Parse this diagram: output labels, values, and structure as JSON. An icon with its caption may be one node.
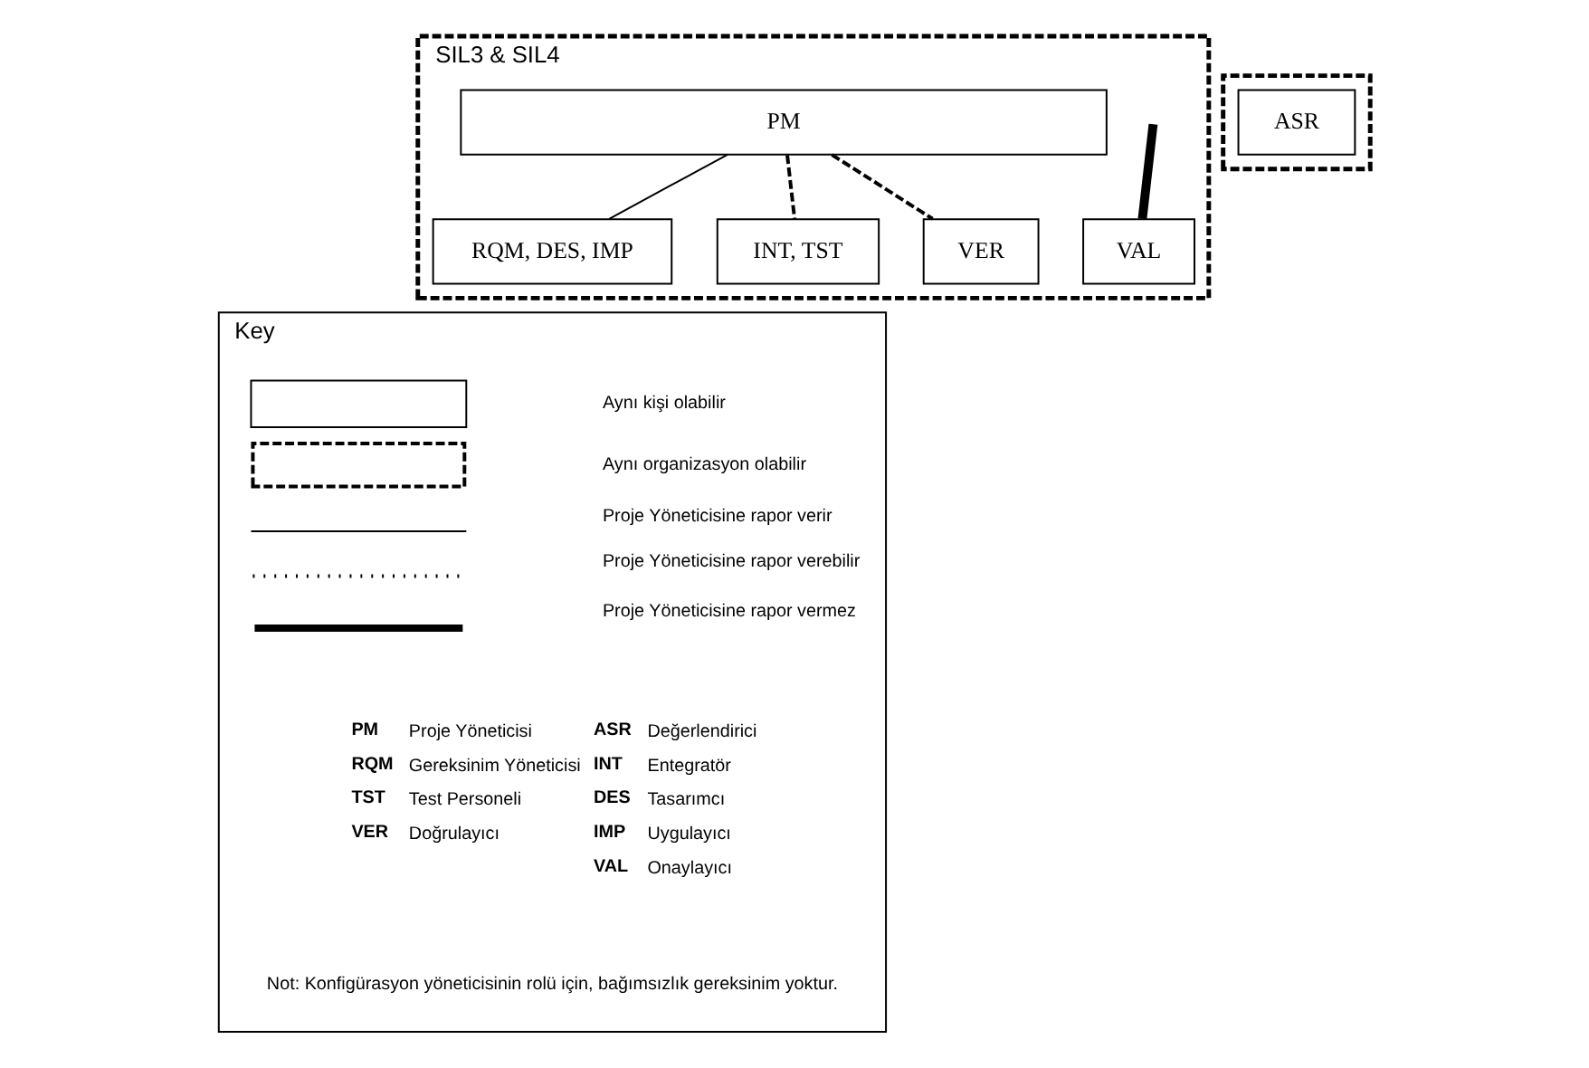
{
  "diagram": {
    "nodes": [
      {
        "text": [
          "SIL3 & SIL4"
        ]
      },
      {
        "text": [
          "PM"
        ],
        "in": 0
      },
      {
        "text": [
          "RQM, DES, IMP"
        ],
        "in": 0
      },
      {
        "text": [
          "INT, TST"
        ],
        "in": 0
      },
      {
        "text": [
          "VER"
        ],
        "in": 0
      },
      {
        "text": [
          "VAL"
        ],
        "in": 0
      },
      {
        "text": [],
        "shape": "box"
      },
      {
        "text": [
          "ASR"
        ],
        "in": 6
      },
      {
        "text": [
          "Key"
        ]
      }
    ],
    "edges": [
      {
        "from": 1,
        "to": 2,
        "arrow": "none"
      },
      {
        "from": 1,
        "to": 3,
        "arrow": "none",
        "style": "dashed"
      },
      {
        "from": 1,
        "to": 4,
        "arrow": "none",
        "style": "dashed"
      },
      {
        "from": 5,
        "to": null,
        "arrow": "none",
        "style": "thick"
      }
    ],
    "labels": [
      "PM",
      "Proje Yöneticisi",
      "ASR",
      "Değerlendirici",
      "RQM",
      "Gereksinim Yöneticisi",
      "INT",
      "Entegratör",
      "TST",
      "Test Personeli",
      "DES",
      "Tasarımcı",
      "VER",
      "Doğrulayıcı",
      "IMP",
      "Uygulayıcı",
      "VAL",
      "Onaylayıcı",
      "Not: Konfigürasyon yöneticisinin rolü için, bağımsızlık gereksinim yoktur."
    ],
    "legend": [
      {
        "text": "Aynı kişi olabilir"
      },
      {
        "text": "Aynı organizasyon olabilir"
      },
      {
        "text": "Proje Yöneticisine rapor verir"
      },
      {
        "text": "Proje Yöneticisine rapor verebilir"
      },
      {
        "text": "Proje Yöneticisine rapor vermez"
      }
    ]
  }
}
